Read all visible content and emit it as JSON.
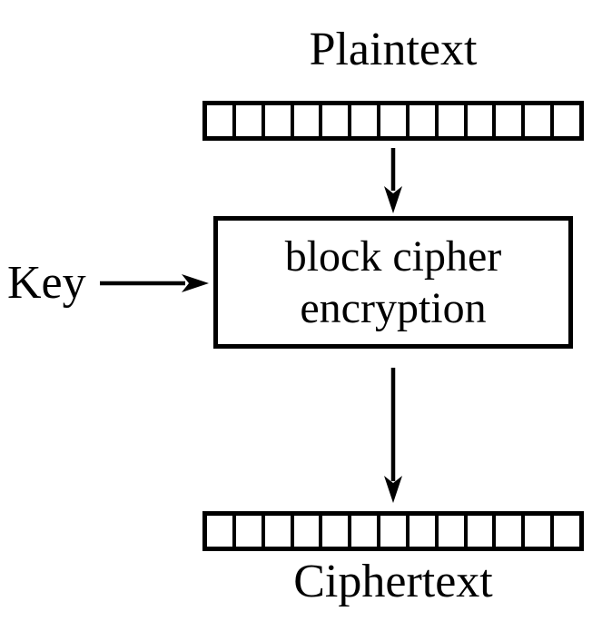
{
  "colors": {
    "ink": "#000000",
    "background": "#ffffff",
    "cell_fill": "#ffffff"
  },
  "labels": {
    "plaintext": "Plaintext",
    "key": "Key",
    "ciphertext": "Ciphertext"
  },
  "cipher_box": {
    "lines": [
      "block cipher",
      "encryption"
    ]
  },
  "bars": {
    "plaintext_blocks": 13,
    "ciphertext_blocks": 13
  }
}
